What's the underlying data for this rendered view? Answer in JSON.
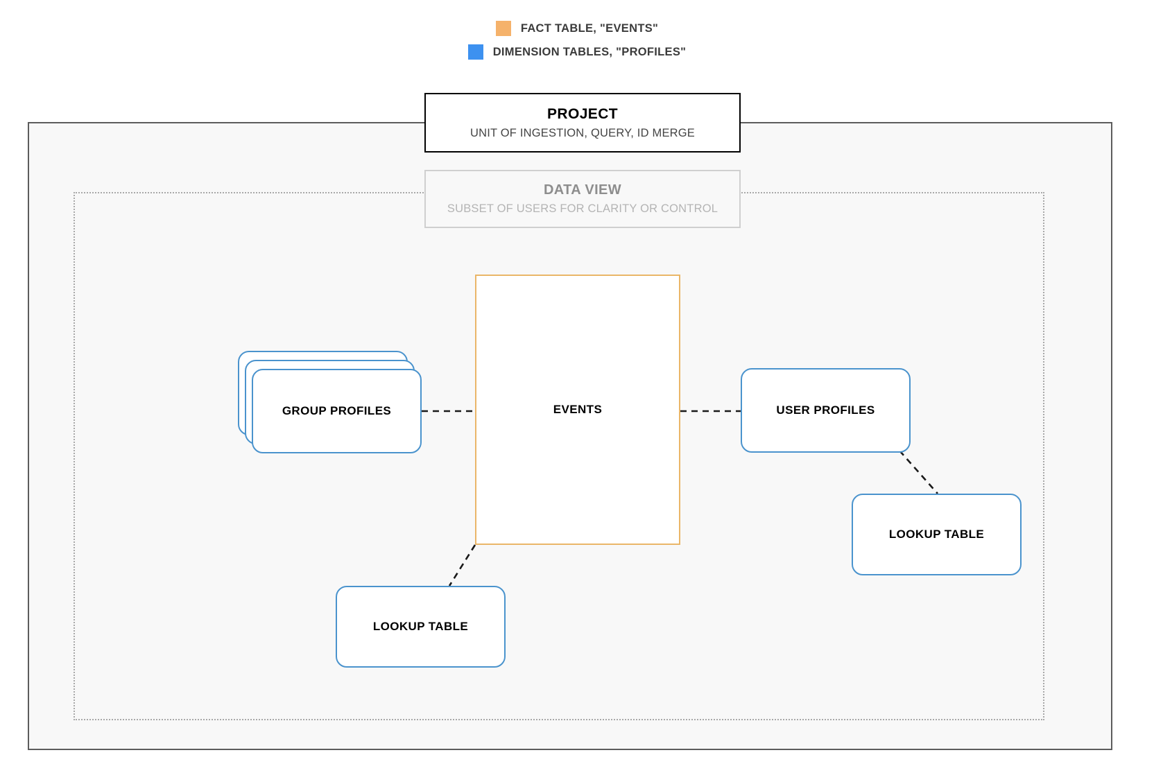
{
  "legend": {
    "items": [
      {
        "label": "FACT TABLE, \"EVENTS\"",
        "color": "#f5b26b",
        "icon": "square-swatch-icon"
      },
      {
        "label": "DIMENSION TABLES, \"PROFILES\"",
        "color": "#3d91f0",
        "icon": "square-swatch-icon"
      }
    ]
  },
  "project": {
    "title": "PROJECT",
    "subtitle": "UNIT OF INGESTION, QUERY, ID MERGE",
    "border_color": "#000000",
    "fill_color": "#f8f8f8"
  },
  "data_view": {
    "title": "DATA VIEW",
    "subtitle": "SUBSET OF USERS FOR CLARITY OR CONTROL",
    "border_color": "#cfcfcf",
    "text_color": "#8d8d8d"
  },
  "nodes": {
    "events": {
      "label": "EVENTS",
      "type": "fact-table",
      "border_color": "#eab668"
    },
    "group_profiles": {
      "label": "GROUP PROFILES",
      "type": "dimension-table-stack",
      "border_color": "#4a93cd",
      "stack_count": 3
    },
    "user_profiles": {
      "label": "USER PROFILES",
      "type": "dimension-table",
      "border_color": "#4a93cd"
    },
    "lookup_table_right": {
      "label": "LOOKUP TABLE",
      "type": "dimension-table",
      "border_color": "#4a93cd"
    },
    "lookup_table_left": {
      "label": "LOOKUP TABLE",
      "type": "dimension-table",
      "border_color": "#4a93cd"
    }
  },
  "connections": [
    {
      "from": "group_profiles",
      "to": "events",
      "style": "dashed"
    },
    {
      "from": "events",
      "to": "user_profiles",
      "style": "dashed"
    },
    {
      "from": "user_profiles",
      "to": "lookup_table_right",
      "style": "dashed"
    },
    {
      "from": "events",
      "to": "lookup_table_left",
      "style": "dashed"
    }
  ]
}
